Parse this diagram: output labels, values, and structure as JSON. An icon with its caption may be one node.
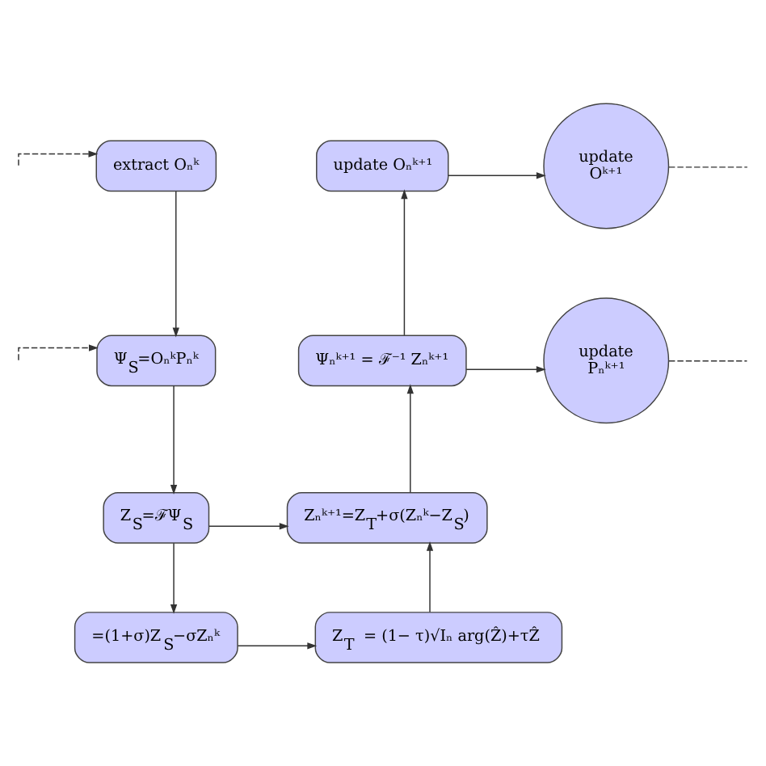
{
  "diagram": {
    "nodes": [
      {
        "text": [
          "extract Oₙᵏ"
        ]
      },
      {
        "text": [
          "update Oₙᵏ⁺¹"
        ]
      },
      {
        "text": [
          "update Oᵏ⁺¹"
        ]
      },
      {
        "text": [
          "Ψ$_{S}$=OₙᵏPₙᵏ"
        ]
      },
      {
        "text": [
          "Ψₙᵏ⁺¹ = ℱ⁻¹ Zₙᵏ⁺¹"
        ]
      },
      {
        "text": [
          "update Pₙᵏ⁺¹"
        ]
      },
      {
        "text": [
          "Z$_{S}$=ℱΨ$_{S}$"
        ]
      },
      {
        "text": [
          "Zₙᵏ⁺¹=Z$_{T}$+σ(Zₙᵏ−Z$_{S}$)"
        ]
      },
      {
        "text": [
          "=(1+σ)Z$_{S}$−σZₙᵏ"
        ]
      },
      {
        "text": [
          "Z$_{T}$ = (1− τ)√Iₙ arg(Ẑ)+τẐ"
        ]
      }
    ],
    "edges": [
      {
        "from": null,
        "to": 0,
        "arrow": "to",
        "style": "dashed"
      },
      {
        "from": null,
        "to": 3,
        "arrow": "to",
        "style": "dashed"
      },
      {
        "from": 0,
        "to": 3,
        "arrow": "to"
      },
      {
        "from": 3,
        "to": 6,
        "arrow": "to"
      },
      {
        "from": 6,
        "to": 7,
        "arrow": "to"
      },
      {
        "from": 6,
        "to": 8,
        "arrow": "to"
      },
      {
        "from": 8,
        "to": 9,
        "arrow": "to"
      },
      {
        "from": 9,
        "to": 7,
        "arrow": "to"
      },
      {
        "from": 7,
        "to": 4,
        "arrow": "to"
      },
      {
        "from": 4,
        "to": 1,
        "arrow": "to"
      },
      {
        "from": 1,
        "to": 2,
        "arrow": "to"
      },
      {
        "from": 4,
        "to": 5,
        "arrow": "to"
      },
      {
        "from": 2,
        "to": null,
        "arrow": "none",
        "style": "dashed"
      },
      {
        "from": 5,
        "to": null,
        "arrow": "none",
        "style": "dashed"
      }
    ]
  }
}
